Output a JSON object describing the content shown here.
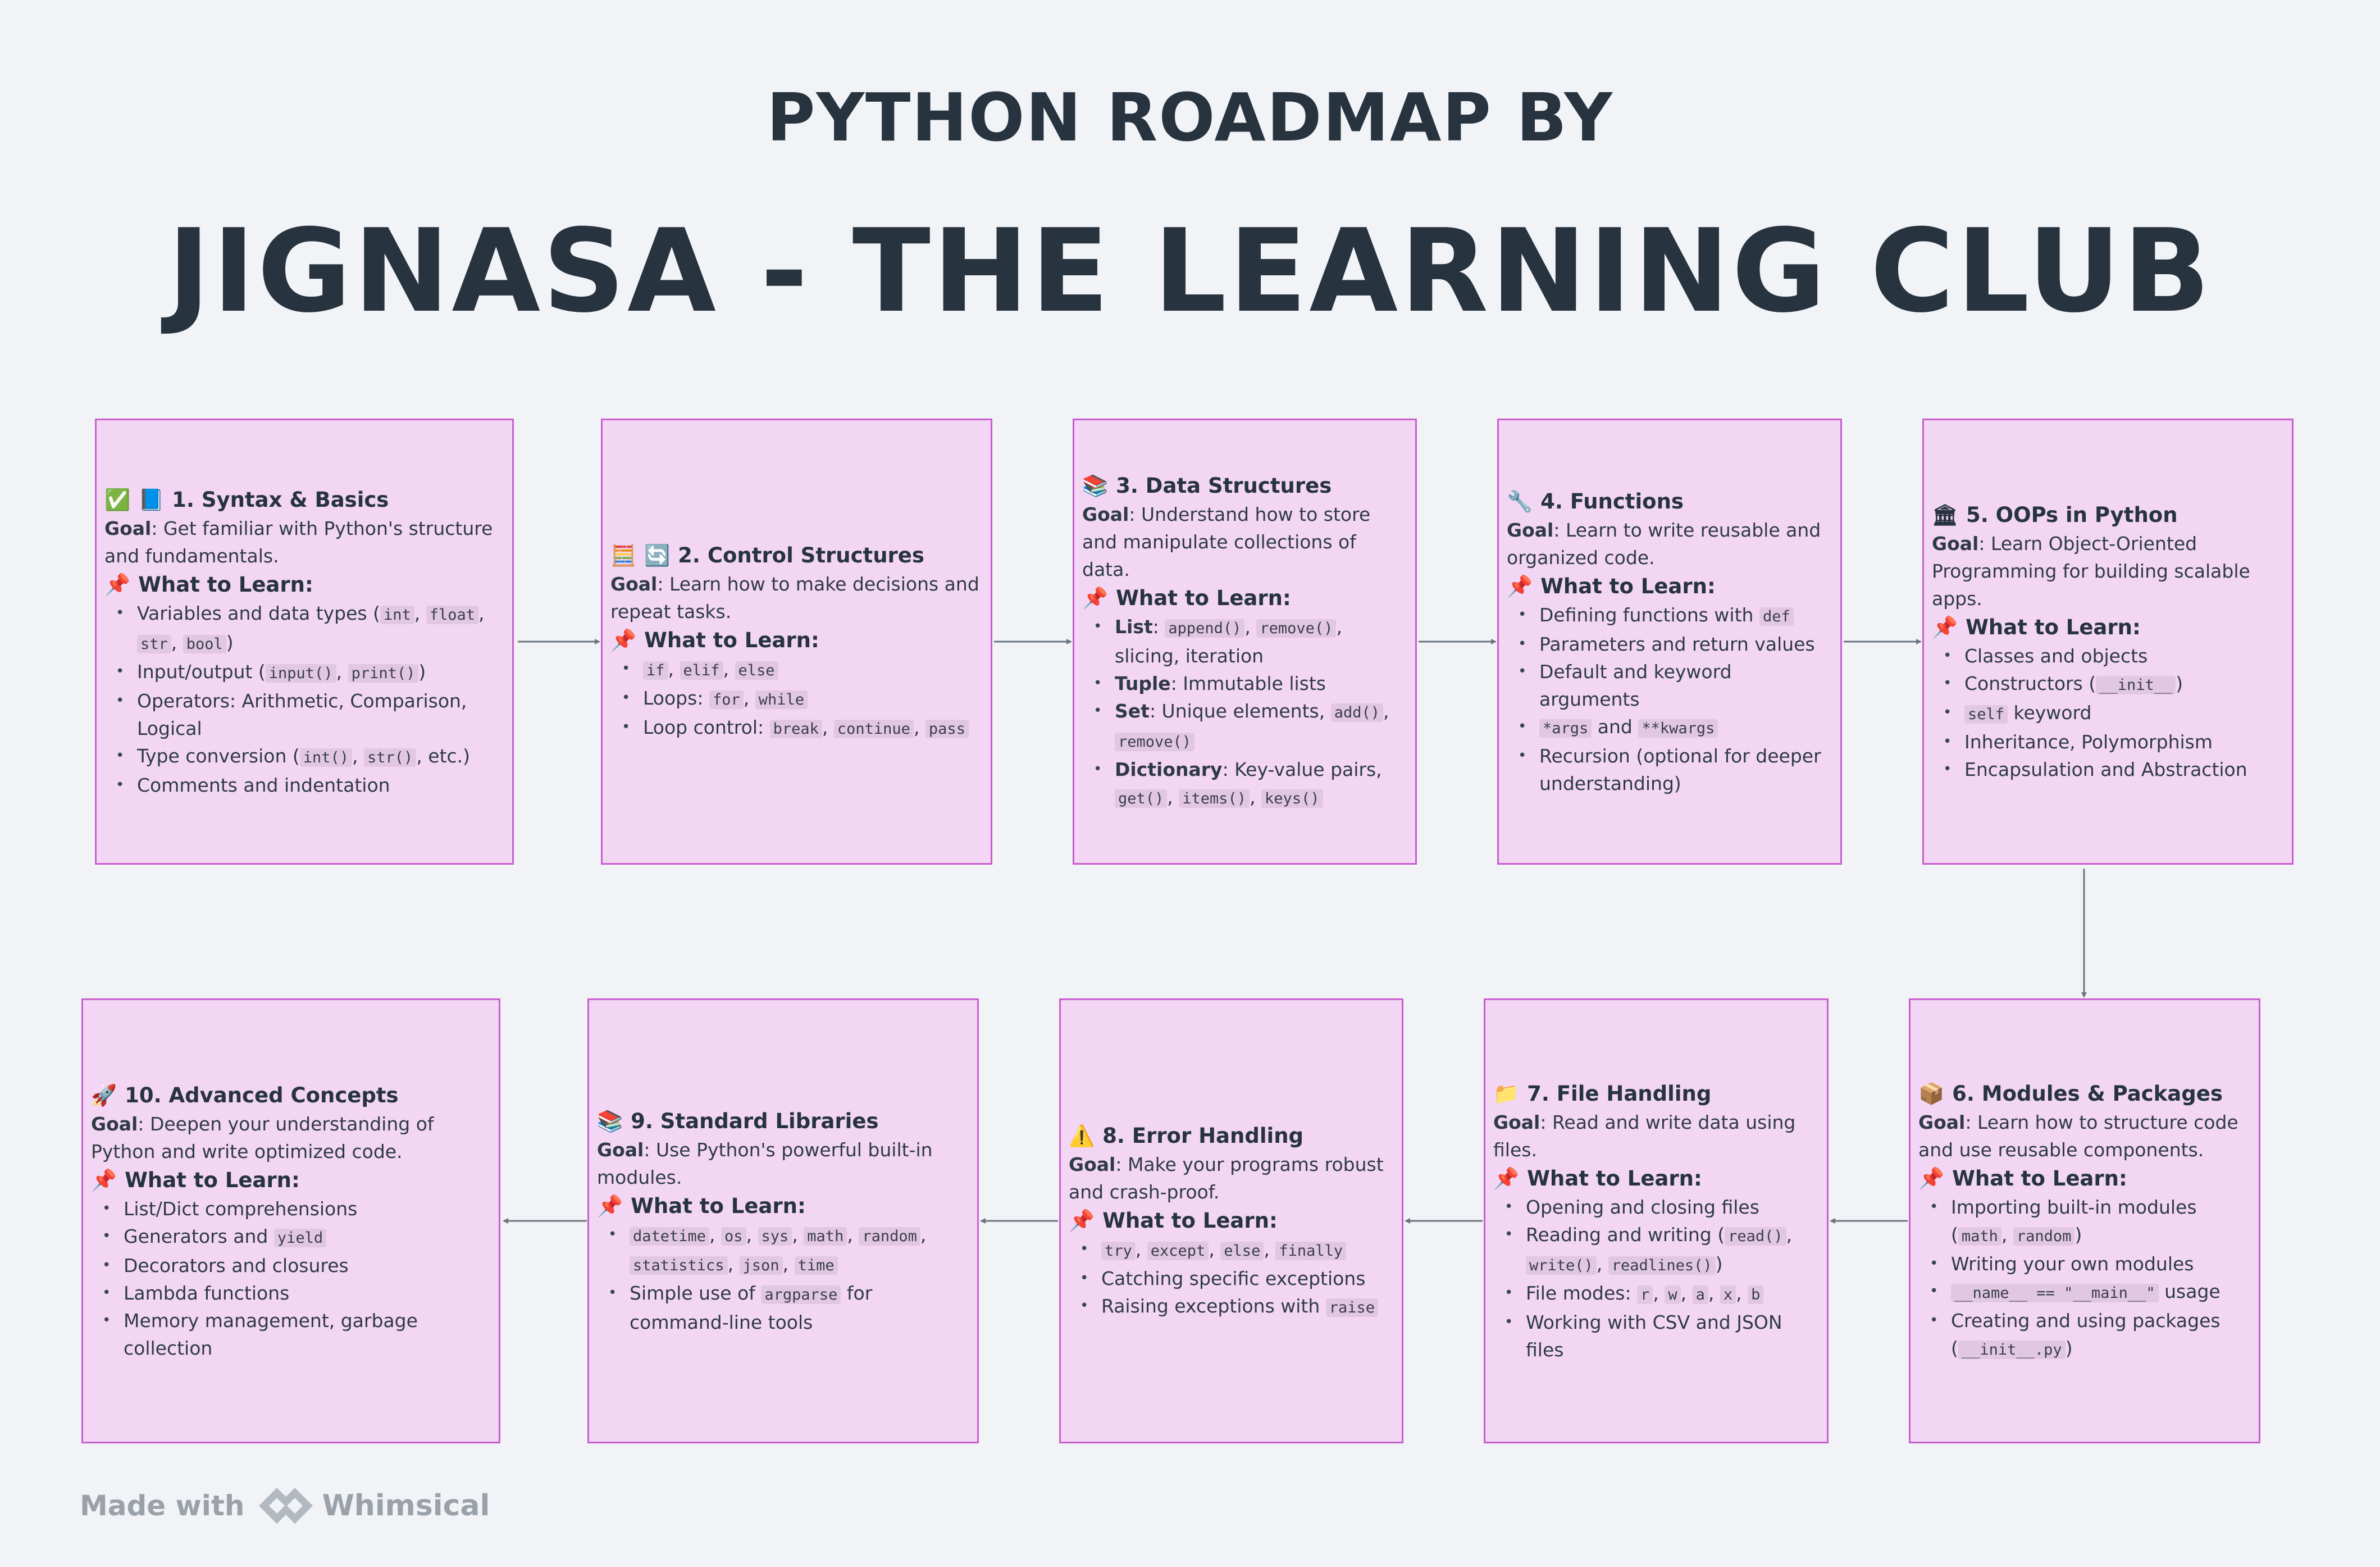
{
  "header": {
    "line1": "PYTHON ROADMAP BY",
    "line2": "JIGNASA - THE LEARNING CLUB"
  },
  "colors": {
    "card_fill": "#f2d6f3",
    "card_border": "#c95fcf",
    "arrow": "#6b7682",
    "background": "#f1f3f6"
  },
  "cards": [
    {
      "icon": "✅",
      "icon2": "📘",
      "title": "1. Syntax & Basics",
      "goal_label": "Goal",
      "goal": ": Get familiar with Python's structure and fundamentals.",
      "learn_icon": "📌",
      "learn_label": "What to Learn:",
      "items": [
        [
          "Variables and data types (",
          {
            "c": "int"
          },
          ", ",
          {
            "c": "float"
          },
          ", ",
          {
            "c": "str"
          },
          ", ",
          {
            "c": "bool"
          },
          ")"
        ],
        [
          "Input/output (",
          {
            "c": "input()"
          },
          ", ",
          {
            "c": "print()"
          },
          ")"
        ],
        [
          "Operators: Arithmetic, Comparison, Logical"
        ],
        [
          "Type conversion (",
          {
            "c": "int()"
          },
          ", ",
          {
            "c": "str()"
          },
          ", etc.)"
        ],
        [
          "Comments and indentation"
        ]
      ]
    },
    {
      "icon": "🧮",
      "icon2": "🔄",
      "title": "2. Control Structures",
      "goal_label": "Goal",
      "goal": ": Learn how to make decisions and repeat tasks.",
      "learn_icon": "📌",
      "learn_label": "What to Learn:",
      "items": [
        [
          {
            "c": "if"
          },
          ", ",
          {
            "c": "elif"
          },
          ", ",
          {
            "c": "else"
          }
        ],
        [
          "Loops: ",
          {
            "c": "for"
          },
          ", ",
          {
            "c": "while"
          }
        ],
        [
          "Loop control: ",
          {
            "c": "break"
          },
          ", ",
          {
            "c": "continue"
          },
          ", ",
          {
            "c": "pass"
          }
        ]
      ]
    },
    {
      "icon": "📚",
      "icon2": "",
      "title": "3. Data Structures",
      "goal_label": "Goal",
      "goal": ": Understand how to store and manipulate collections of data.",
      "learn_icon": "📌",
      "learn_label": "What to Learn:",
      "items": [
        [
          {
            "b": "List"
          },
          ": ",
          {
            "c": "append()"
          },
          ", ",
          {
            "c": "remove()"
          },
          ", slicing, iteration"
        ],
        [
          {
            "b": "Tuple"
          },
          ": Immutable lists"
        ],
        [
          {
            "b": "Set"
          },
          ": Unique elements, ",
          {
            "c": "add()"
          },
          ", ",
          {
            "c": "remove()"
          }
        ],
        [
          {
            "b": "Dictionary"
          },
          ": Key-value pairs, ",
          {
            "c": "get()"
          },
          ", ",
          {
            "c": "items()"
          },
          ", ",
          {
            "c": "keys()"
          }
        ]
      ]
    },
    {
      "icon": "🔧",
      "icon2": "",
      "title": "4. Functions",
      "goal_label": "Goal",
      "goal": ": Learn to write reusable and organized code.",
      "learn_icon": "📌",
      "learn_label": "What to Learn:",
      "items": [
        [
          "Defining functions with ",
          {
            "c": "def"
          }
        ],
        [
          "Parameters and return values"
        ],
        [
          "Default and keyword arguments"
        ],
        [
          {
            "c": "*args"
          },
          " and ",
          {
            "c": "**kwargs"
          }
        ],
        [
          "Recursion (optional for deeper understanding)"
        ]
      ]
    },
    {
      "icon": "🏛",
      "icon2": "",
      "title": "5. OOPs in Python",
      "goal_label": "Goal",
      "goal": ": Learn Object-Oriented Programming for building scalable apps.",
      "learn_icon": "📌",
      "learn_label": "What to Learn:",
      "items": [
        [
          "Classes and objects"
        ],
        [
          "Constructors (",
          {
            "c": "__init__"
          },
          ")"
        ],
        [
          {
            "c": "self"
          },
          " keyword"
        ],
        [
          "Inheritance, Polymorphism"
        ],
        [
          "Encapsulation and Abstraction"
        ]
      ]
    },
    {
      "icon": "📦",
      "icon2": "",
      "title": "6. Modules & Packages",
      "goal_label": "Goal",
      "goal": ": Learn how to structure code and use reusable components.",
      "learn_icon": "📌",
      "learn_label": "What to Learn:",
      "items": [
        [
          "Importing built-in modules (",
          {
            "c": "math"
          },
          ", ",
          {
            "c": "random"
          },
          ")"
        ],
        [
          "Writing your own modules"
        ],
        [
          {
            "c": "__name__ == \"__main__\""
          },
          " usage"
        ],
        [
          "Creating and using packages (",
          {
            "c": "__init__.py"
          },
          ")"
        ]
      ]
    },
    {
      "icon": "📁",
      "icon2": "",
      "title": "7. File Handling",
      "goal_label": "Goal",
      "goal": ": Read and write data using files.",
      "learn_icon": "📌",
      "learn_label": "What to Learn:",
      "items": [
        [
          "Opening and closing files"
        ],
        [
          "Reading and writing (",
          {
            "c": "read()"
          },
          ", ",
          {
            "c": "write()"
          },
          ", ",
          {
            "c": "readlines()"
          },
          ")"
        ],
        [
          "File modes: ",
          {
            "c": "r"
          },
          ", ",
          {
            "c": "w"
          },
          ", ",
          {
            "c": "a"
          },
          ", ",
          {
            "c": "x"
          },
          ", ",
          {
            "c": "b"
          }
        ],
        [
          "Working with CSV and JSON files"
        ]
      ]
    },
    {
      "icon": "⚠️",
      "icon2": "",
      "title": "8. Error Handling",
      "goal_label": "Goal",
      "goal": ": Make your programs robust and crash-proof.",
      "learn_icon": "📌",
      "learn_label": "What to Learn:",
      "items": [
        [
          {
            "c": "try"
          },
          ", ",
          {
            "c": "except"
          },
          ", ",
          {
            "c": "else"
          },
          ", ",
          {
            "c": "finally"
          }
        ],
        [
          "Catching specific exceptions"
        ],
        [
          "Raising exceptions with ",
          {
            "c": "raise"
          }
        ]
      ]
    },
    {
      "icon": "📚",
      "icon2": "",
      "title": "9. Standard Libraries",
      "goal_label": "Goal",
      "goal": ": Use Python's powerful built-in modules.",
      "learn_icon": "📌",
      "learn_label": "What to Learn:",
      "items": [
        [
          {
            "c": "datetime"
          },
          ", ",
          {
            "c": "os"
          },
          ", ",
          {
            "c": "sys"
          },
          ", ",
          {
            "c": "math"
          },
          ", ",
          {
            "c": "random"
          },
          ", ",
          {
            "c": "statistics"
          },
          ", ",
          {
            "c": "json"
          },
          ", ",
          {
            "c": "time"
          }
        ],
        [
          "Simple use of ",
          {
            "c": "argparse"
          },
          " for command-line tools"
        ]
      ]
    },
    {
      "icon": "🚀",
      "icon2": "",
      "title": "10. Advanced Concepts",
      "goal_label": "Goal",
      "goal": ": Deepen your understanding of Python and write optimized code.",
      "learn_icon": "📌",
      "learn_label": "What to Learn:",
      "items": [
        [
          "List/Dict comprehensions"
        ],
        [
          "Generators and ",
          {
            "c": "yield"
          }
        ],
        [
          "Decorators and closures"
        ],
        [
          "Lambda functions"
        ],
        [
          "Memory management, garbage collection"
        ]
      ]
    }
  ],
  "footer": {
    "made_with": "Made with",
    "brand": "Whimsical"
  }
}
